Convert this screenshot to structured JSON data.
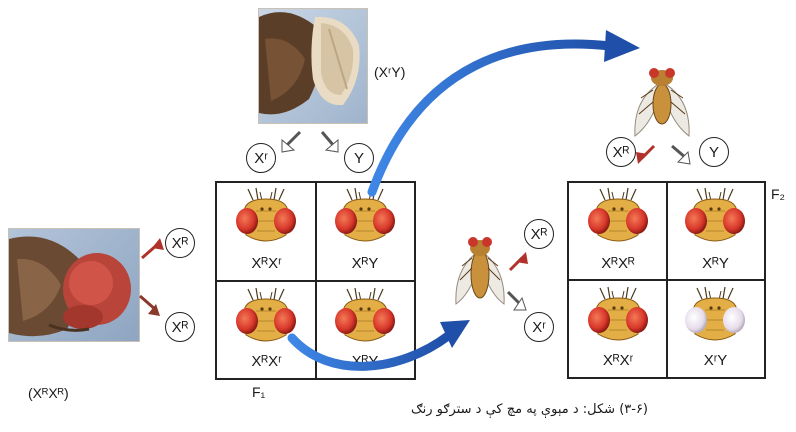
{
  "parents": {
    "male_genotype": "(XʳY)",
    "female_genotype": "(XᴿXᴿ)"
  },
  "male_gametes": [
    "Xʳ",
    "Y"
  ],
  "female_gametes": [
    "Xᴿ",
    "Xᴿ"
  ],
  "f1": {
    "label": "F₁",
    "cells": [
      "XᴿXʳ",
      "XᴿY",
      "XᴿXʳ",
      "XᴿY"
    ]
  },
  "f1_fly_gametes": [
    "Xᴿ",
    "Xʳ"
  ],
  "f2": {
    "label": "F₂",
    "top_gametes": [
      "Xᴿ",
      "Y"
    ],
    "cells": [
      "XᴿXᴿ",
      "XᴿY",
      "XᴿXʳ",
      "XʳY"
    ]
  },
  "caption": "(۳-۶) شکل: د مېوې په مچ کې د سترګو رنګ",
  "colors": {
    "red_eye": "#d8372a",
    "white_eye": "#ece6ef",
    "head": "#e2ae45",
    "arrow_blue": "#2f6fcf",
    "arrow_red": "#b0322a"
  }
}
